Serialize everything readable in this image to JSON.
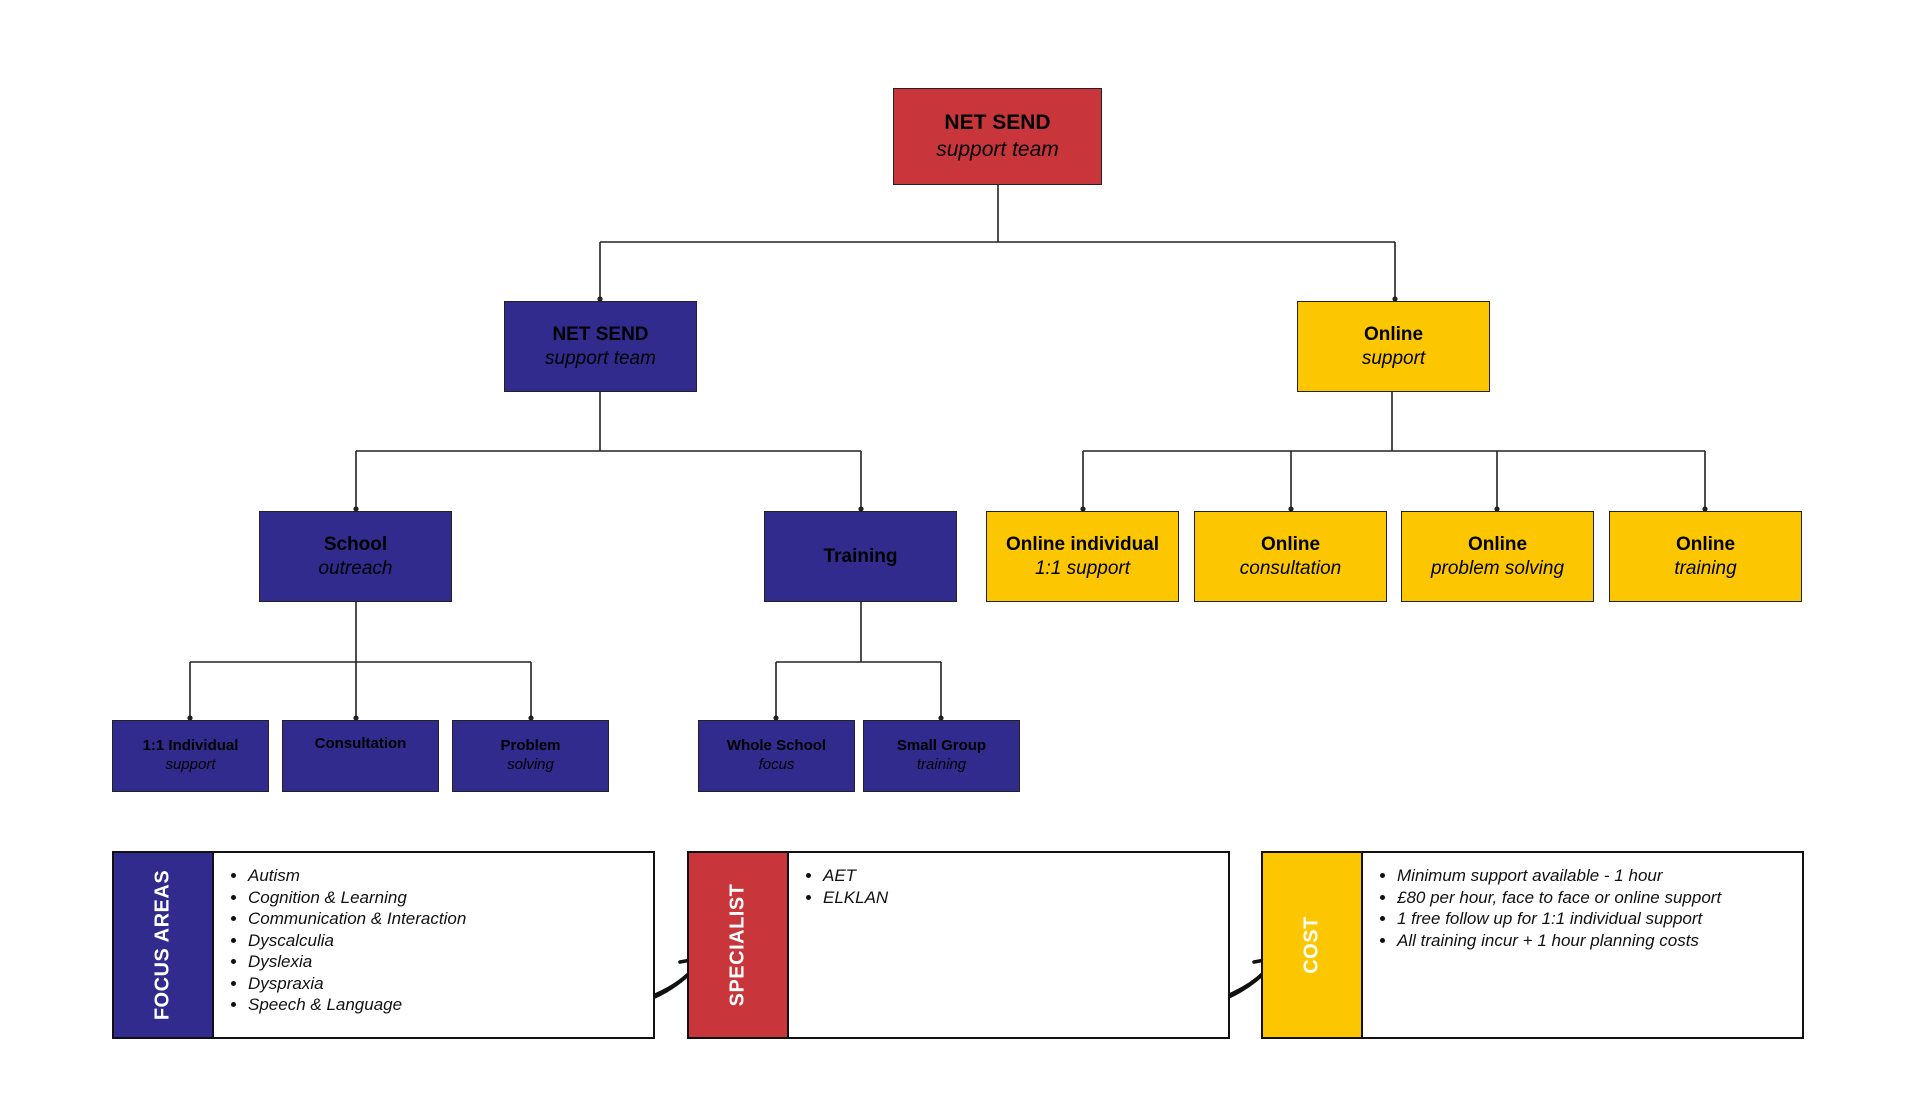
{
  "nodes": {
    "root": {
      "title": "NET SEND",
      "subtitle": "support team"
    },
    "net_send": {
      "title": "NET SEND",
      "subtitle": "support team"
    },
    "online": {
      "title": "Online",
      "subtitle": "support"
    },
    "school": {
      "title": "School",
      "subtitle": "outreach"
    },
    "training": {
      "title": "Training",
      "subtitle": ""
    },
    "online_individual": {
      "title": "Online individual",
      "subtitle": "1:1 support"
    },
    "online_consultation": {
      "title": "Online",
      "subtitle": "consultation"
    },
    "online_problem": {
      "title": "Online",
      "subtitle": "problem solving"
    },
    "online_training": {
      "title": "Online",
      "subtitle": "training"
    },
    "individual": {
      "title": "1:1 Individual",
      "subtitle": "support"
    },
    "consultation": {
      "title": "Consultation",
      "subtitle": ""
    },
    "problem": {
      "title": "Problem",
      "subtitle": "solving"
    },
    "whole_school": {
      "title": "Whole School",
      "subtitle": "focus"
    },
    "small_group": {
      "title": "Small Group",
      "subtitle": "training"
    }
  },
  "panels": {
    "focus": {
      "label": "FOCUS AREAS",
      "items": [
        "Autism",
        "Cognition & Learning",
        "Communication & Interaction",
        "Dyscalculia",
        "Dyslexia",
        "Dyspraxia",
        "Speech & Language"
      ]
    },
    "specialist": {
      "label": "SPECIALIST",
      "items": [
        "AET",
        "ELKLAN"
      ]
    },
    "cost": {
      "label": "COST",
      "items": [
        "Minimum support available - 1 hour",
        "£80 per hour, face to face or online support",
        "1 free follow up for 1:1 individual support",
        "All training incur + 1 hour planning costs"
      ]
    }
  },
  "colors": {
    "red": "#c8363c",
    "blue": "#302b8c",
    "yellow": "#fcc600",
    "line": "#222222"
  }
}
